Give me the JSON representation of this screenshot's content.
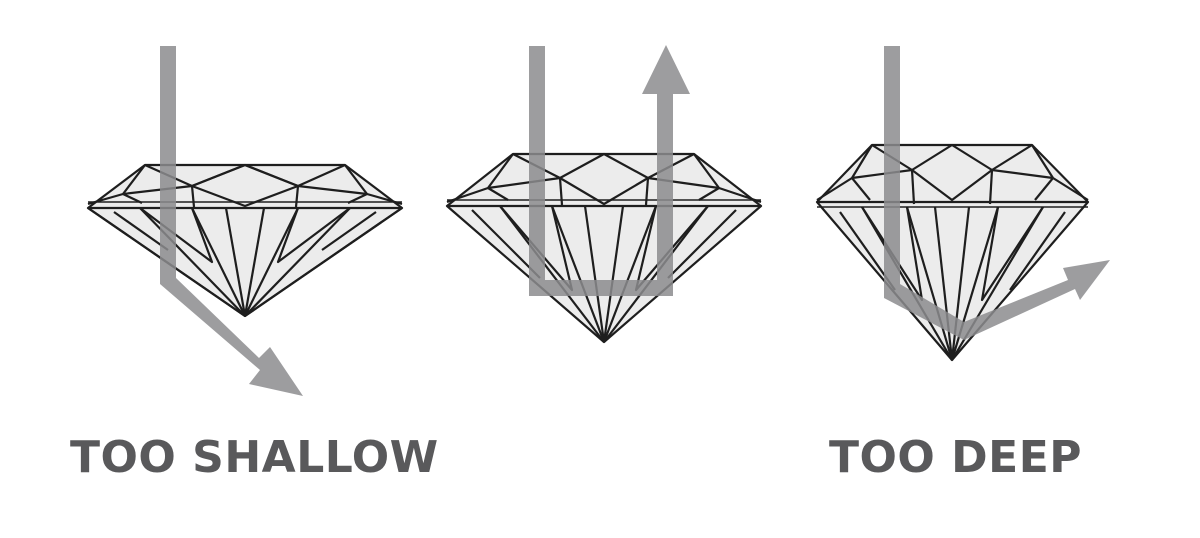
{
  "captions": {
    "shallow": "TOO SHALLOW",
    "deep": "TOO DEEP"
  },
  "colors": {
    "background": "#ffffff",
    "diamond_outline": "#1e1e1e",
    "diamond_fill": "#ececec",
    "light_path": "#8c8c8e",
    "caption_text": "#59595b"
  },
  "diagram": {
    "diamonds": [
      "too-shallow-diamond",
      "ideal-diamond",
      "too-deep-diamond"
    ],
    "light_paths": [
      "light-leaks-through-bottom",
      "light-returns-through-top",
      "light-leaks-through-side"
    ]
  }
}
